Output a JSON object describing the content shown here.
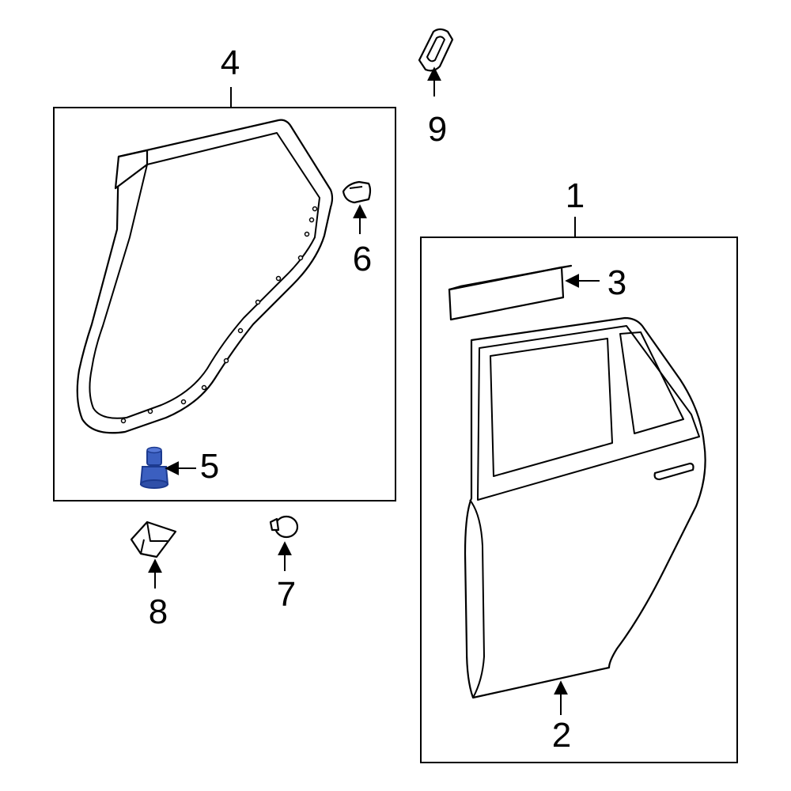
{
  "diagram": {
    "callouts": {
      "c1": "1",
      "c2": "2",
      "c3": "3",
      "c4": "4",
      "c5": "5",
      "c6": "6",
      "c7": "7",
      "c8": "8",
      "c9": "9"
    },
    "highlighted_part": "5",
    "colors": {
      "line": "#000000",
      "background": "#ffffff",
      "highlight": "#3b5fc0",
      "highlight_dark": "#1c3a8f"
    }
  }
}
